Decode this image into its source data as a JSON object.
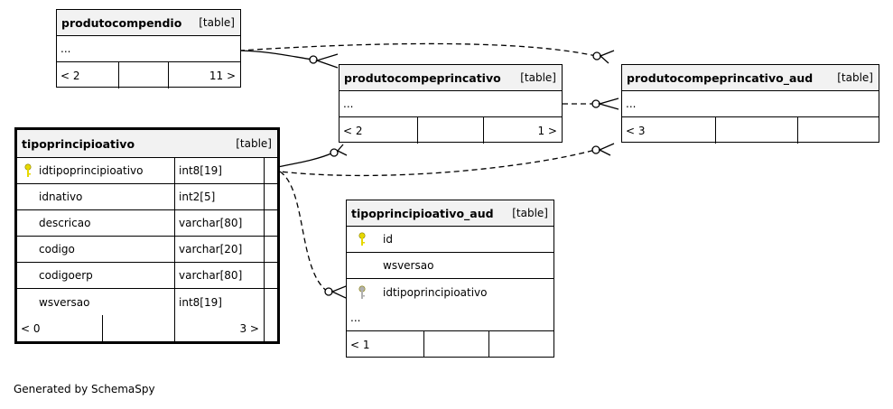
{
  "tables": {
    "produtocompendio": {
      "name": "produtocompendio",
      "type": "[table]",
      "ellipsis": "...",
      "parents": "< 2",
      "children": "11 >"
    },
    "produtocompeprincativo": {
      "name": "produtocompeprincativo",
      "type": "[table]",
      "ellipsis": "...",
      "parents": "< 2",
      "children": "1 >"
    },
    "produtocompeprincativo_aud": {
      "name": "produtocompeprincativo_aud",
      "type": "[table]",
      "ellipsis": "...",
      "parents": "< 3",
      "children": ""
    },
    "tipoprincipioativo": {
      "name": "tipoprincipioativo",
      "type": "[table]",
      "columns": [
        {
          "name": "idtipoprincipioativo",
          "type": "int8[19]",
          "key": "primary"
        },
        {
          "name": "idnativo",
          "type": "int2[5]",
          "key": ""
        },
        {
          "name": "descricao",
          "type": "varchar[80]",
          "key": ""
        },
        {
          "name": "codigo",
          "type": "varchar[20]",
          "key": ""
        },
        {
          "name": "codigoerp",
          "type": "varchar[80]",
          "key": ""
        },
        {
          "name": "wsversao",
          "type": "int8[19]",
          "key": ""
        }
      ],
      "parents": "< 0",
      "children": "3 >"
    },
    "tipoprincipioativo_aud": {
      "name": "tipoprincipioativo_aud",
      "type": "[table]",
      "columns": [
        {
          "name": "id",
          "key": "primary"
        },
        {
          "name": "wsversao",
          "key": ""
        },
        {
          "name": "idtipoprincipioativo",
          "key": "foreign"
        }
      ],
      "ellipsis": "...",
      "parents": "< 1",
      "children": ""
    }
  },
  "colors": {
    "primary_key": "#e6d800",
    "foreign_key": "#b0b0b0",
    "header_bg": "#f2f2f2"
  },
  "footer": "Generated by SchemaSpy"
}
